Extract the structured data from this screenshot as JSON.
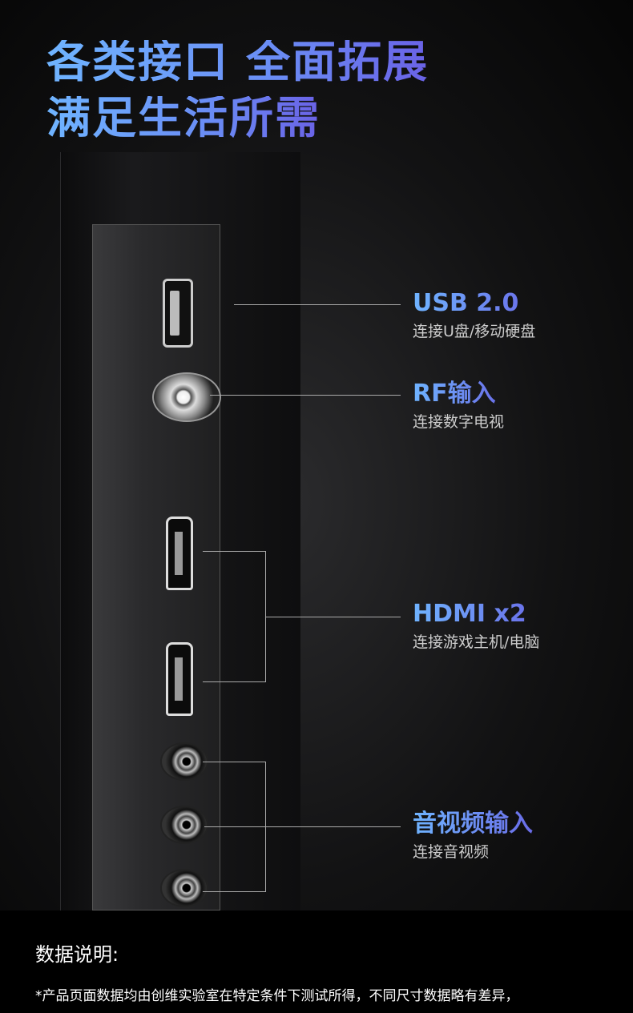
{
  "headline": {
    "line1": "各类接口 全面拓展",
    "line2": "满足生活所需"
  },
  "ports": [
    {
      "title": "USB 2.0",
      "subtitle": "连接U盘/移动硬盘"
    },
    {
      "title": "RF输入",
      "subtitle": "连接数字电视"
    },
    {
      "title": "HDMI x2",
      "subtitle": "连接游戏主机/电脑"
    },
    {
      "title": "音视频输入",
      "subtitle": "连接音视频"
    }
  ],
  "notes": {
    "title": "数据说明:",
    "text": "*产品页面数据均由创维实验室在特定条件下测试所得，不同尺寸数据略有差异，"
  },
  "colors": {
    "gradient_start": "#6fb4ff",
    "gradient_end": "#6a62e6"
  }
}
